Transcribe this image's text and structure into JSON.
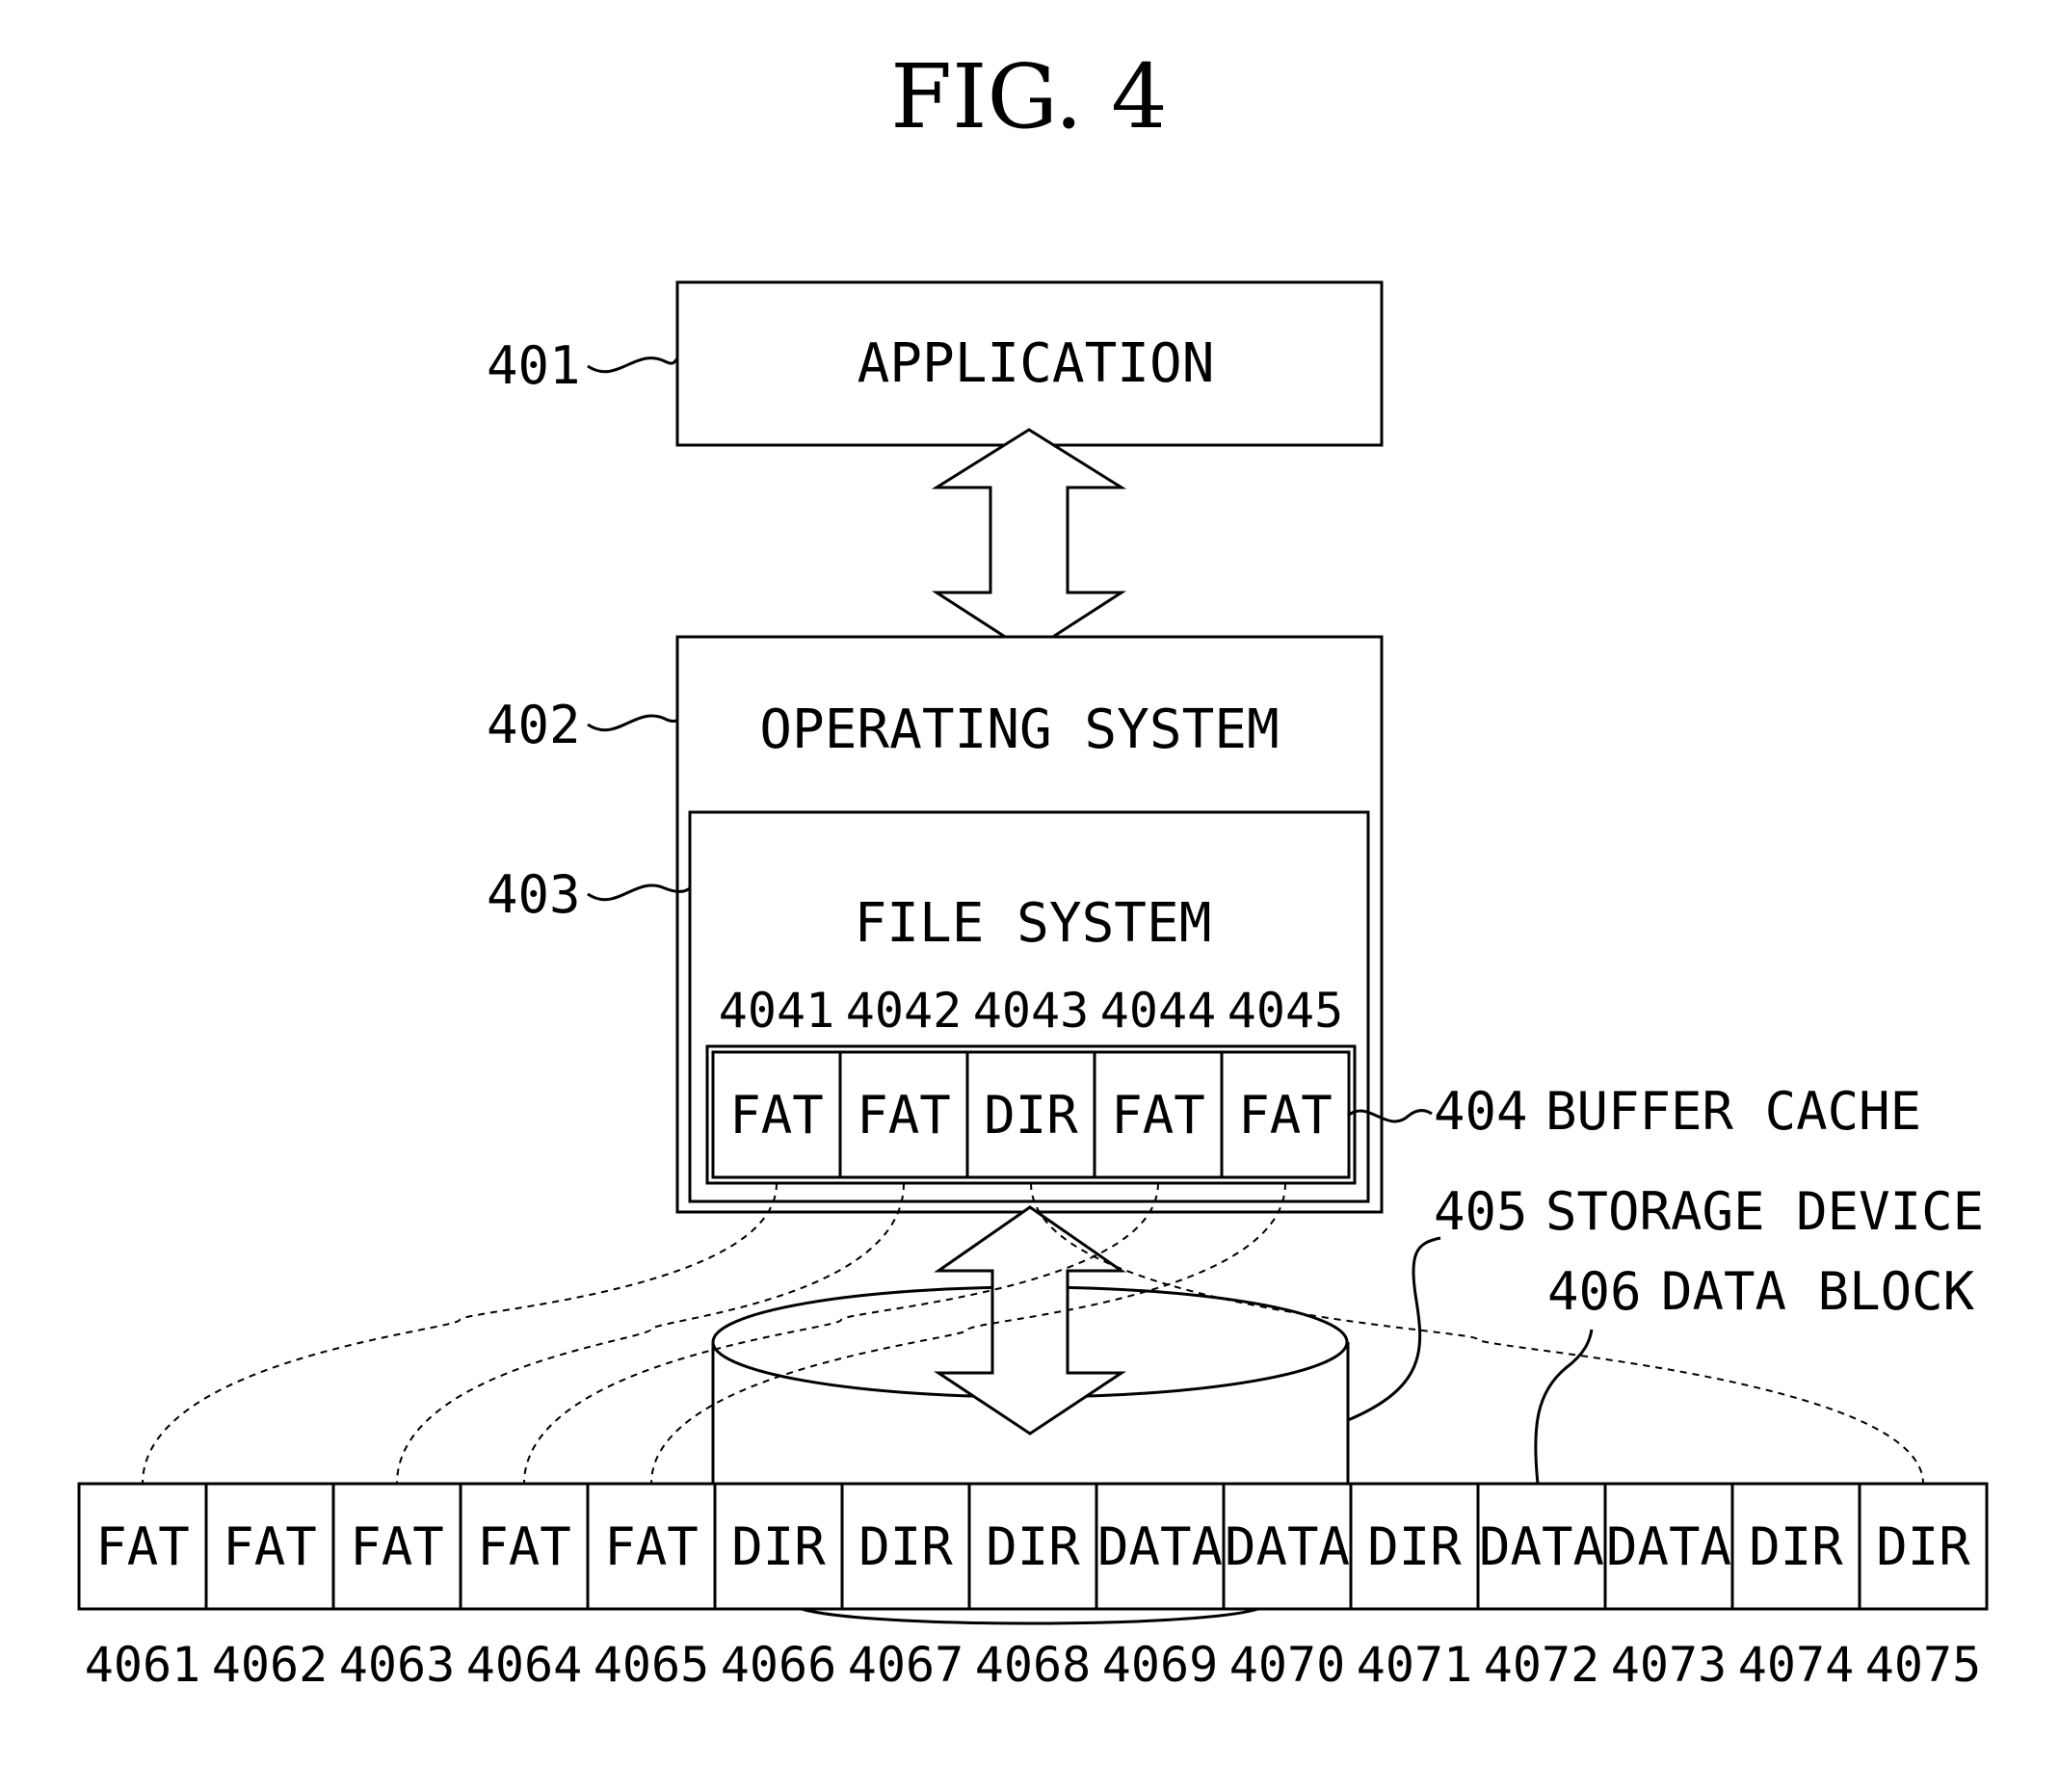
{
  "figure": {
    "title": "FIG. 4"
  },
  "blocks": {
    "application": {
      "ref": "401",
      "label": "APPLICATION"
    },
    "operating_system": {
      "ref": "402",
      "label": "OPERATING SYSTEM"
    },
    "file_system": {
      "ref": "403",
      "label": "FILE SYSTEM"
    }
  },
  "buffer_cache": {
    "ref": "404",
    "label": "BUFFER CACHE",
    "cells": [
      {
        "id": "4041",
        "type": "FAT"
      },
      {
        "id": "4042",
        "type": "FAT"
      },
      {
        "id": "4043",
        "type": "DIR"
      },
      {
        "id": "4044",
        "type": "FAT"
      },
      {
        "id": "4045",
        "type": "FAT"
      }
    ]
  },
  "storage_device": {
    "ref": "405",
    "label": "STORAGE DEVICE"
  },
  "data_block": {
    "ref": "406",
    "label": "DATA BLOCK",
    "cells": [
      {
        "id": "4061",
        "type": "FAT"
      },
      {
        "id": "4062",
        "type": "FAT"
      },
      {
        "id": "4063",
        "type": "FAT"
      },
      {
        "id": "4064",
        "type": "FAT"
      },
      {
        "id": "4065",
        "type": "FAT"
      },
      {
        "id": "4066",
        "type": "DIR"
      },
      {
        "id": "4067",
        "type": "DIR"
      },
      {
        "id": "4068",
        "type": "DIR"
      },
      {
        "id": "4069",
        "type": "DATA"
      },
      {
        "id": "4070",
        "type": "DATA"
      },
      {
        "id": "4071",
        "type": "DIR"
      },
      {
        "id": "4072",
        "type": "DATA"
      },
      {
        "id": "4073",
        "type": "DATA"
      },
      {
        "id": "4074",
        "type": "DIR"
      },
      {
        "id": "4075",
        "type": "DIR"
      }
    ]
  },
  "links": [
    {
      "from": "4041",
      "to": "4061"
    },
    {
      "from": "4042",
      "to": "4063"
    },
    {
      "from": "4043",
      "to": "4075"
    },
    {
      "from": "4044",
      "to": "4064"
    },
    {
      "from": "4045",
      "to": "4065"
    }
  ]
}
